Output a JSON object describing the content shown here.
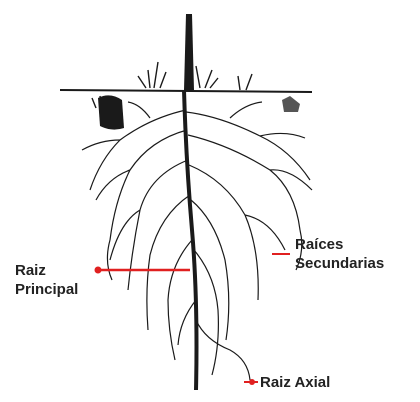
{
  "labels": {
    "principal": {
      "line1": "Raiz",
      "line2": "Principal"
    },
    "secundarias": {
      "line1": "Raíces",
      "line2": "Secundarias"
    },
    "axial": "Raiz Axial"
  },
  "colors": {
    "ink": "#1a1a1a",
    "pointer": "#e02020",
    "label_text": "#222222",
    "background": "#ffffff"
  }
}
